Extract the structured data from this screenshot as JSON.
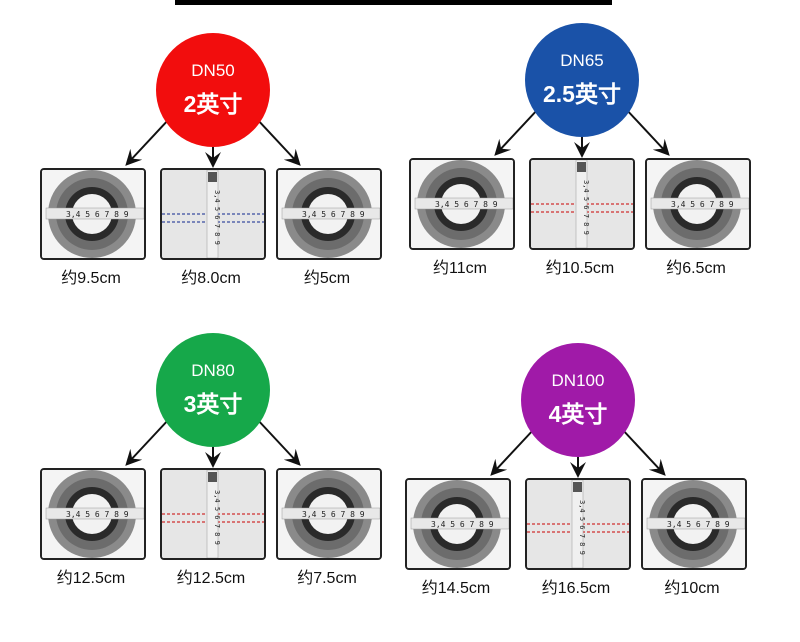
{
  "groups": [
    {
      "dn": "DN50",
      "inch": "2英寸",
      "color": "#f20d0d",
      "items": [
        {
          "type": "ring",
          "label": "约9.5cm"
        },
        {
          "type": "hose",
          "label": "约8.0cm",
          "line": "#3a4ea0"
        },
        {
          "type": "ring",
          "label": "约5cm"
        }
      ]
    },
    {
      "dn": "DN65",
      "inch": "2.5英寸",
      "color": "#1a52a8",
      "items": [
        {
          "type": "ring",
          "label": "约11cm"
        },
        {
          "type": "hose",
          "label": "约10.5cm",
          "line": "#d03030"
        },
        {
          "type": "ring",
          "label": "约6.5cm"
        }
      ]
    },
    {
      "dn": "DN80",
      "inch": "3英寸",
      "color": "#16a84a",
      "items": [
        {
          "type": "ring",
          "label": "约12.5cm"
        },
        {
          "type": "hose",
          "label": "约12.5cm",
          "line": "#d03030"
        },
        {
          "type": "ring",
          "label": "约7.5cm"
        }
      ]
    },
    {
      "dn": "DN100",
      "inch": "4英寸",
      "color": "#a01aa8",
      "items": [
        {
          "type": "ring",
          "label": "约14.5cm"
        },
        {
          "type": "hose",
          "label": "约16.5cm",
          "line": "#d03030"
        },
        {
          "type": "ring",
          "label": "约10cm"
        }
      ]
    }
  ],
  "ruler_text": "3,4 5 6 7 8 9"
}
